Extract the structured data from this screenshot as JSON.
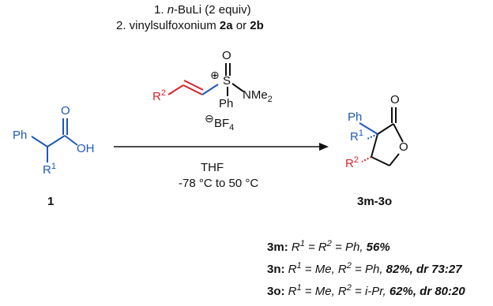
{
  "conditions": {
    "step1_prefix": "1. ",
    "step1_reagent": "n",
    "step1_rest": "-BuLi (2 equiv)",
    "step2_prefix": "2. vinylsulfoxonium ",
    "step2_a": "2a",
    "step2_or": " or ",
    "step2_b": "2b",
    "solvent": "THF",
    "temperature": "-78  °C to 50 °C"
  },
  "reagent": {
    "o": "O",
    "s": "S",
    "plus": "⊕",
    "nme2": "NMe",
    "nme2_sub": "2",
    "ph": "Ph",
    "r2": "R",
    "r2_sup": "2",
    "minus": "⊖",
    "bf4": "BF",
    "bf4_sub": "4"
  },
  "starting_material": {
    "label": "1",
    "ph": "Ph",
    "o": "O",
    "oh": "OH",
    "r1": "R",
    "r1_sup": "1"
  },
  "product": {
    "label": "3m-3o",
    "ph": "Ph",
    "o_carbonyl": "O",
    "o_ring": "O",
    "r1": "R",
    "r1_sup": "1",
    "r2": "R",
    "r2_sup": "2"
  },
  "results": [
    {
      "id": "3m",
      "id_suffix": ":",
      "text": " R",
      "r1": "1",
      "eq": " = R",
      "r2": "2",
      "rest": " = Ph, ",
      "yield": "56%",
      "dr": ""
    },
    {
      "id": "3n",
      "id_suffix": ":",
      "text": " R",
      "r1": "1",
      "eq": " = Me, R",
      "r2": "2",
      "rest": " = Ph, ",
      "yield": "82%, dr 73:27",
      "dr": ""
    },
    {
      "id": "3o",
      "id_suffix": ":",
      "text": " R",
      "r1": "1",
      "eq": " = Me, R",
      "r2": "2",
      "rest": " = i-Pr, ",
      "yield": "62%, dr 80:20",
      "dr": ""
    }
  ],
  "colors": {
    "blue": "#1f58b8",
    "red": "#d9242a",
    "black": "#111111"
  }
}
